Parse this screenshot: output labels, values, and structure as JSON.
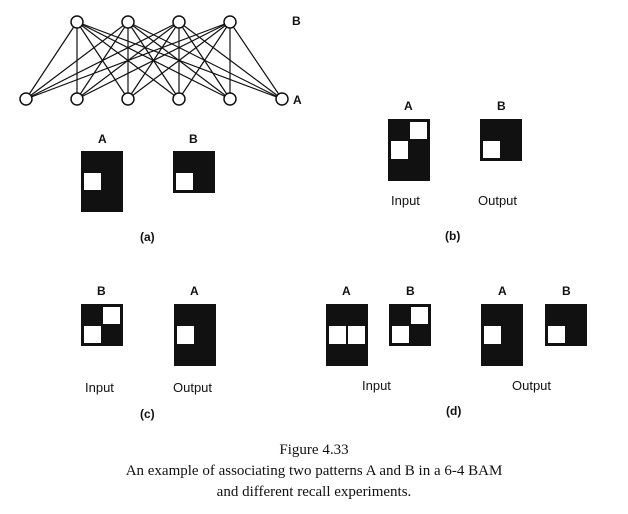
{
  "network": {
    "layer_b_label": "B",
    "layer_a_label": "A"
  },
  "panels": {
    "a": {
      "tag": "(a)",
      "labels": [
        "A",
        "B"
      ]
    },
    "b": {
      "tag": "(b)",
      "labels": [
        "A",
        "B"
      ],
      "input_label": "Input",
      "output_label": "Output"
    },
    "c": {
      "tag": "(c)",
      "labels": [
        "B",
        "A"
      ],
      "input_label": "Input",
      "output_label": "Output"
    },
    "d": {
      "tag": "(d)",
      "labels": [
        "A",
        "B",
        "A",
        "B"
      ],
      "input_label": "Input",
      "output_label": "Output"
    }
  },
  "figure": {
    "number": "Figure 4.33",
    "line1": "An example of associating two patterns A and B in a 6-4 BAM",
    "line2": "and different recall experiments."
  },
  "colors": {
    "ink": "#111111",
    "background": "#ffffff"
  }
}
